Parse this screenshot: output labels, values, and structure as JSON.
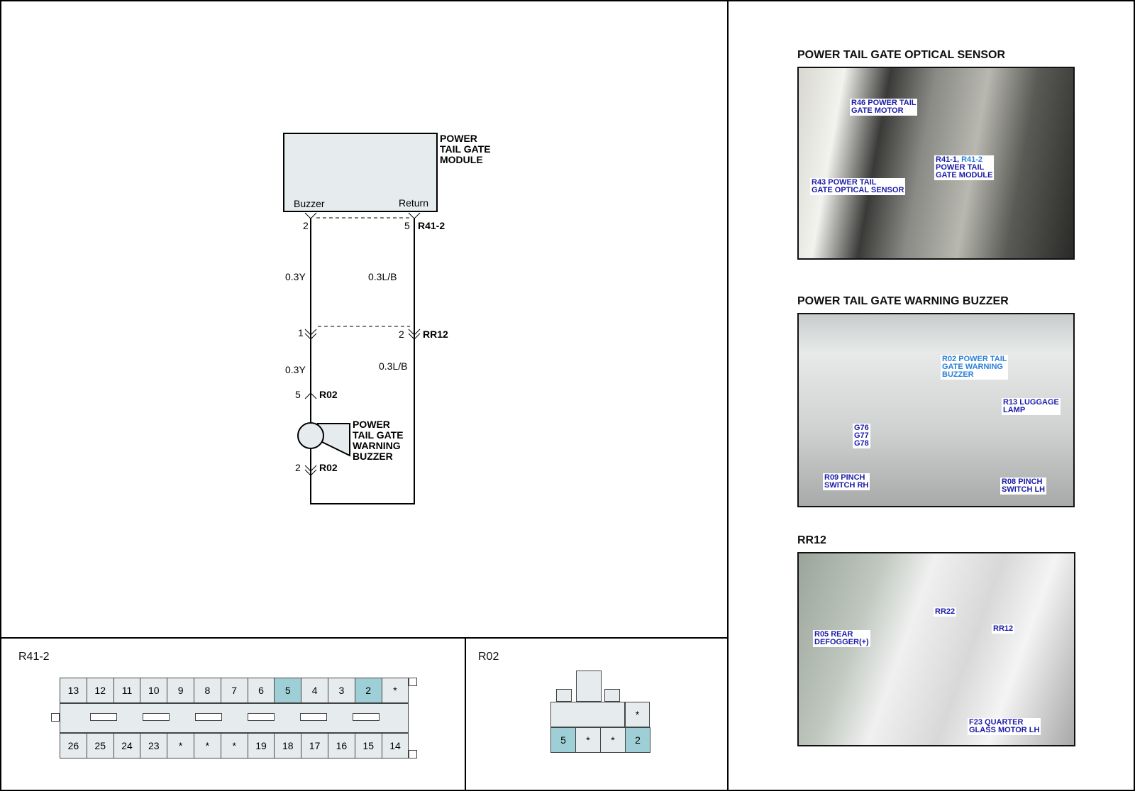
{
  "schematic": {
    "module_name": [
      "POWER",
      "TAIL GATE",
      "MODULE"
    ],
    "module_pins": {
      "buzzer": "Buzzer",
      "return": "Return"
    },
    "r41_2": {
      "name": "R41-2",
      "pin_left": "2",
      "pin_right": "5"
    },
    "wire_upper_left": "0.3Y",
    "wire_upper_right": "0.3L/B",
    "rr12": {
      "name": "RR12",
      "pin_left": "1",
      "pin_right": "2"
    },
    "wire_lower_left": "0.3Y",
    "wire_lower_right": "0.3L/B",
    "r02_top": {
      "name": "R02",
      "pin": "5"
    },
    "buzzer_name": [
      "POWER",
      "TAIL GATE",
      "WARNING",
      "BUZZER"
    ],
    "r02_bottom": {
      "name": "R02",
      "pin": "2"
    }
  },
  "photos": [
    {
      "title": "POWER TAIL GATE OPTICAL SENSOR",
      "callouts": [
        "R46 POWER TAIL\nGATE MOTOR",
        "R43 POWER TAIL\nGATE OPTICAL SENSOR",
        "R41-1, ",
        "R41-2",
        "\nPOWER TAIL\nGATE MODULE"
      ]
    },
    {
      "title": "POWER TAIL GATE WARNING BUZZER",
      "callouts": [
        "R02 POWER TAIL\nGATE WARNING\nBUZZER",
        "R13 LUGGAGE\nLAMP",
        "G76\nG77\nG78",
        "R09 PINCH\nSWITCH RH",
        "R08 PINCH\nSWITCH LH"
      ]
    },
    {
      "title": "RR12",
      "callouts": [
        "RR22",
        "RR12",
        "R05 REAR\nDEFOGGER(+)",
        "F23 QUARTER\nGLASS MOTOR LH"
      ]
    }
  ],
  "connectors": {
    "r41_2": {
      "label": "R41-2",
      "top": [
        "13",
        "12",
        "11",
        "10",
        "9",
        "8",
        "7",
        "6",
        "5",
        "4",
        "3",
        "2",
        "*"
      ],
      "bottom": [
        "26",
        "25",
        "24",
        "23",
        "*",
        "*",
        "*",
        "19",
        "18",
        "17",
        "16",
        "15",
        "14"
      ],
      "highlighted": [
        "5",
        "2"
      ]
    },
    "r02": {
      "label": "R02",
      "top": [
        "*"
      ],
      "bottom": [
        "5",
        "*",
        "*",
        "2"
      ],
      "highlighted": [
        "5",
        "2"
      ]
    }
  },
  "colors": {
    "module_fill": "#e6ecee",
    "pin_highlight": "#9fcfd6",
    "callout_text": "#1a1aa8"
  }
}
